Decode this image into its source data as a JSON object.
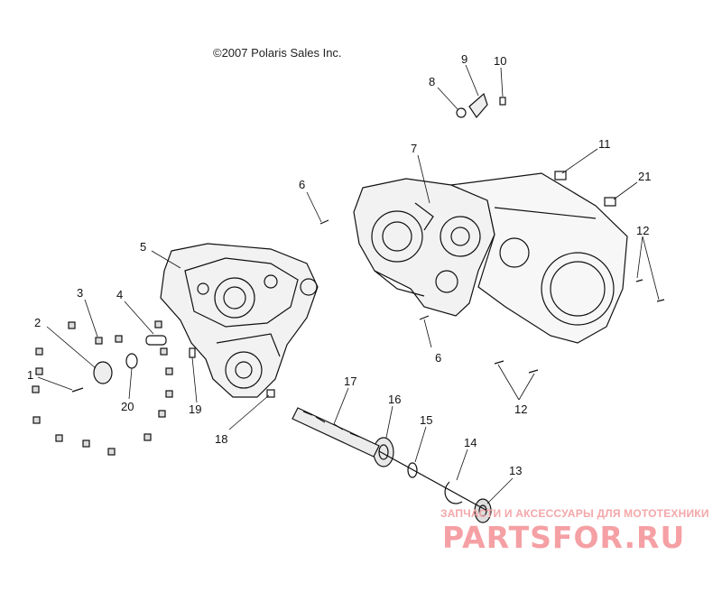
{
  "copyright": "©2007 Polaris Sales Inc.",
  "watermark": {
    "line1": "ЗАПЧАСТИ И АКСЕССУАРЫ ДЛЯ МОТОТЕХНИКИ",
    "logo": "PARTSFOR.RU",
    "color": "#f5a0a4"
  },
  "callouts": [
    "1",
    "2",
    "3",
    "4",
    "5",
    "6",
    "6",
    "7",
    "8",
    "9",
    "10",
    "11",
    "12",
    "12",
    "13",
    "14",
    "15",
    "16",
    "17",
    "18",
    "19",
    "20",
    "21"
  ]
}
